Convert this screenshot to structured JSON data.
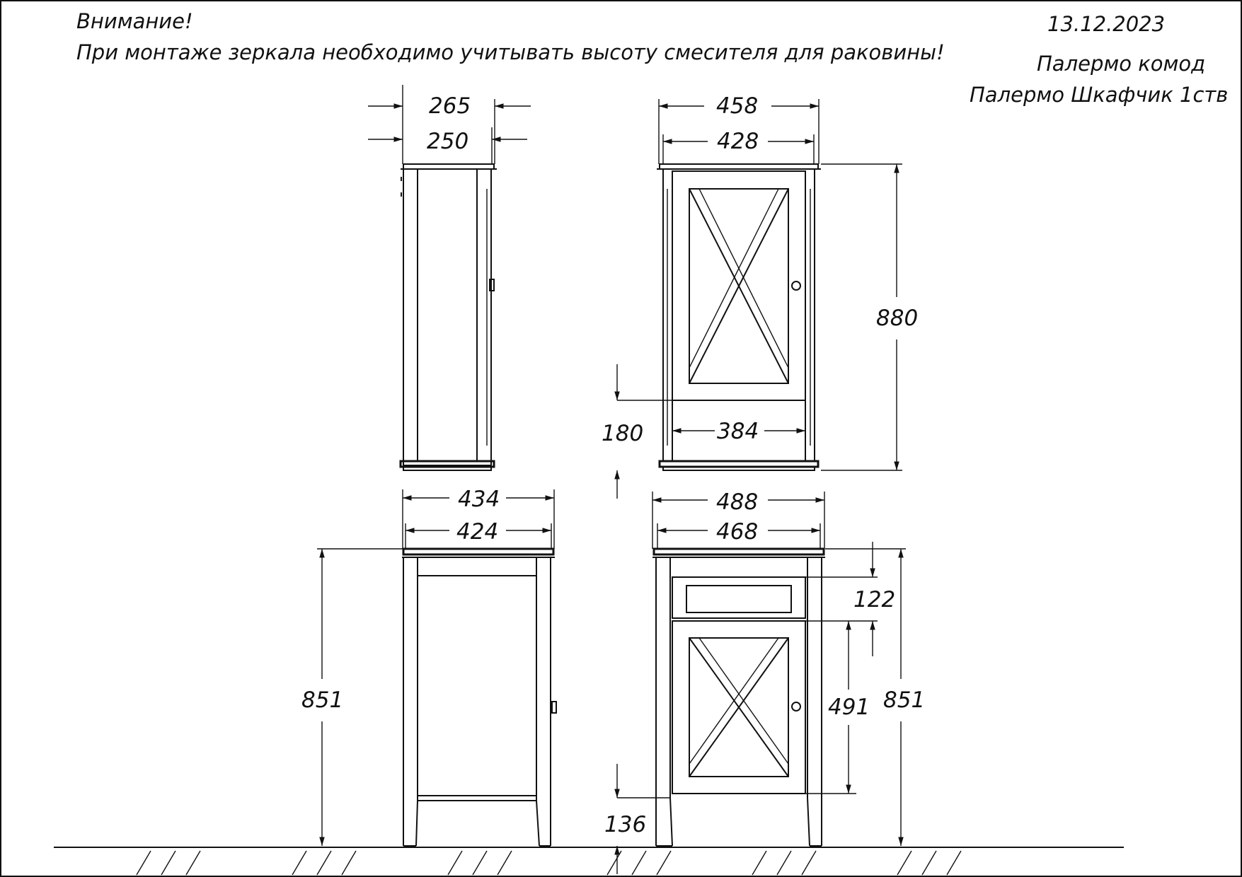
{
  "header": {
    "warning_title": "Внимание!",
    "warning_text": "При монтаже зеркала необходимо учитывать высоту смесителя для раковины!",
    "date": "13.12.2023",
    "product_1": "Палермо комод",
    "product_2": "Палермо Шкафчик 1ств"
  },
  "dimensions": {
    "cabinet_side_depth_outer": "265",
    "cabinet_side_depth_inner": "250",
    "cabinet_front_width_outer": "458",
    "cabinet_front_width_inner": "428",
    "cabinet_height": "880",
    "cabinet_bottom_offset": "180",
    "cabinet_inner_width": "384",
    "commode_side_depth_outer": "434",
    "commode_side_depth_inner": "424",
    "commode_front_width_outer": "488",
    "commode_front_width_inner": "468",
    "commode_side_height": "851",
    "commode_drawer_height": "122",
    "commode_door_height": "491",
    "commode_front_height": "851",
    "commode_leg_height": "136"
  },
  "colors": {
    "line": "#111111",
    "background": "#ffffff"
  }
}
